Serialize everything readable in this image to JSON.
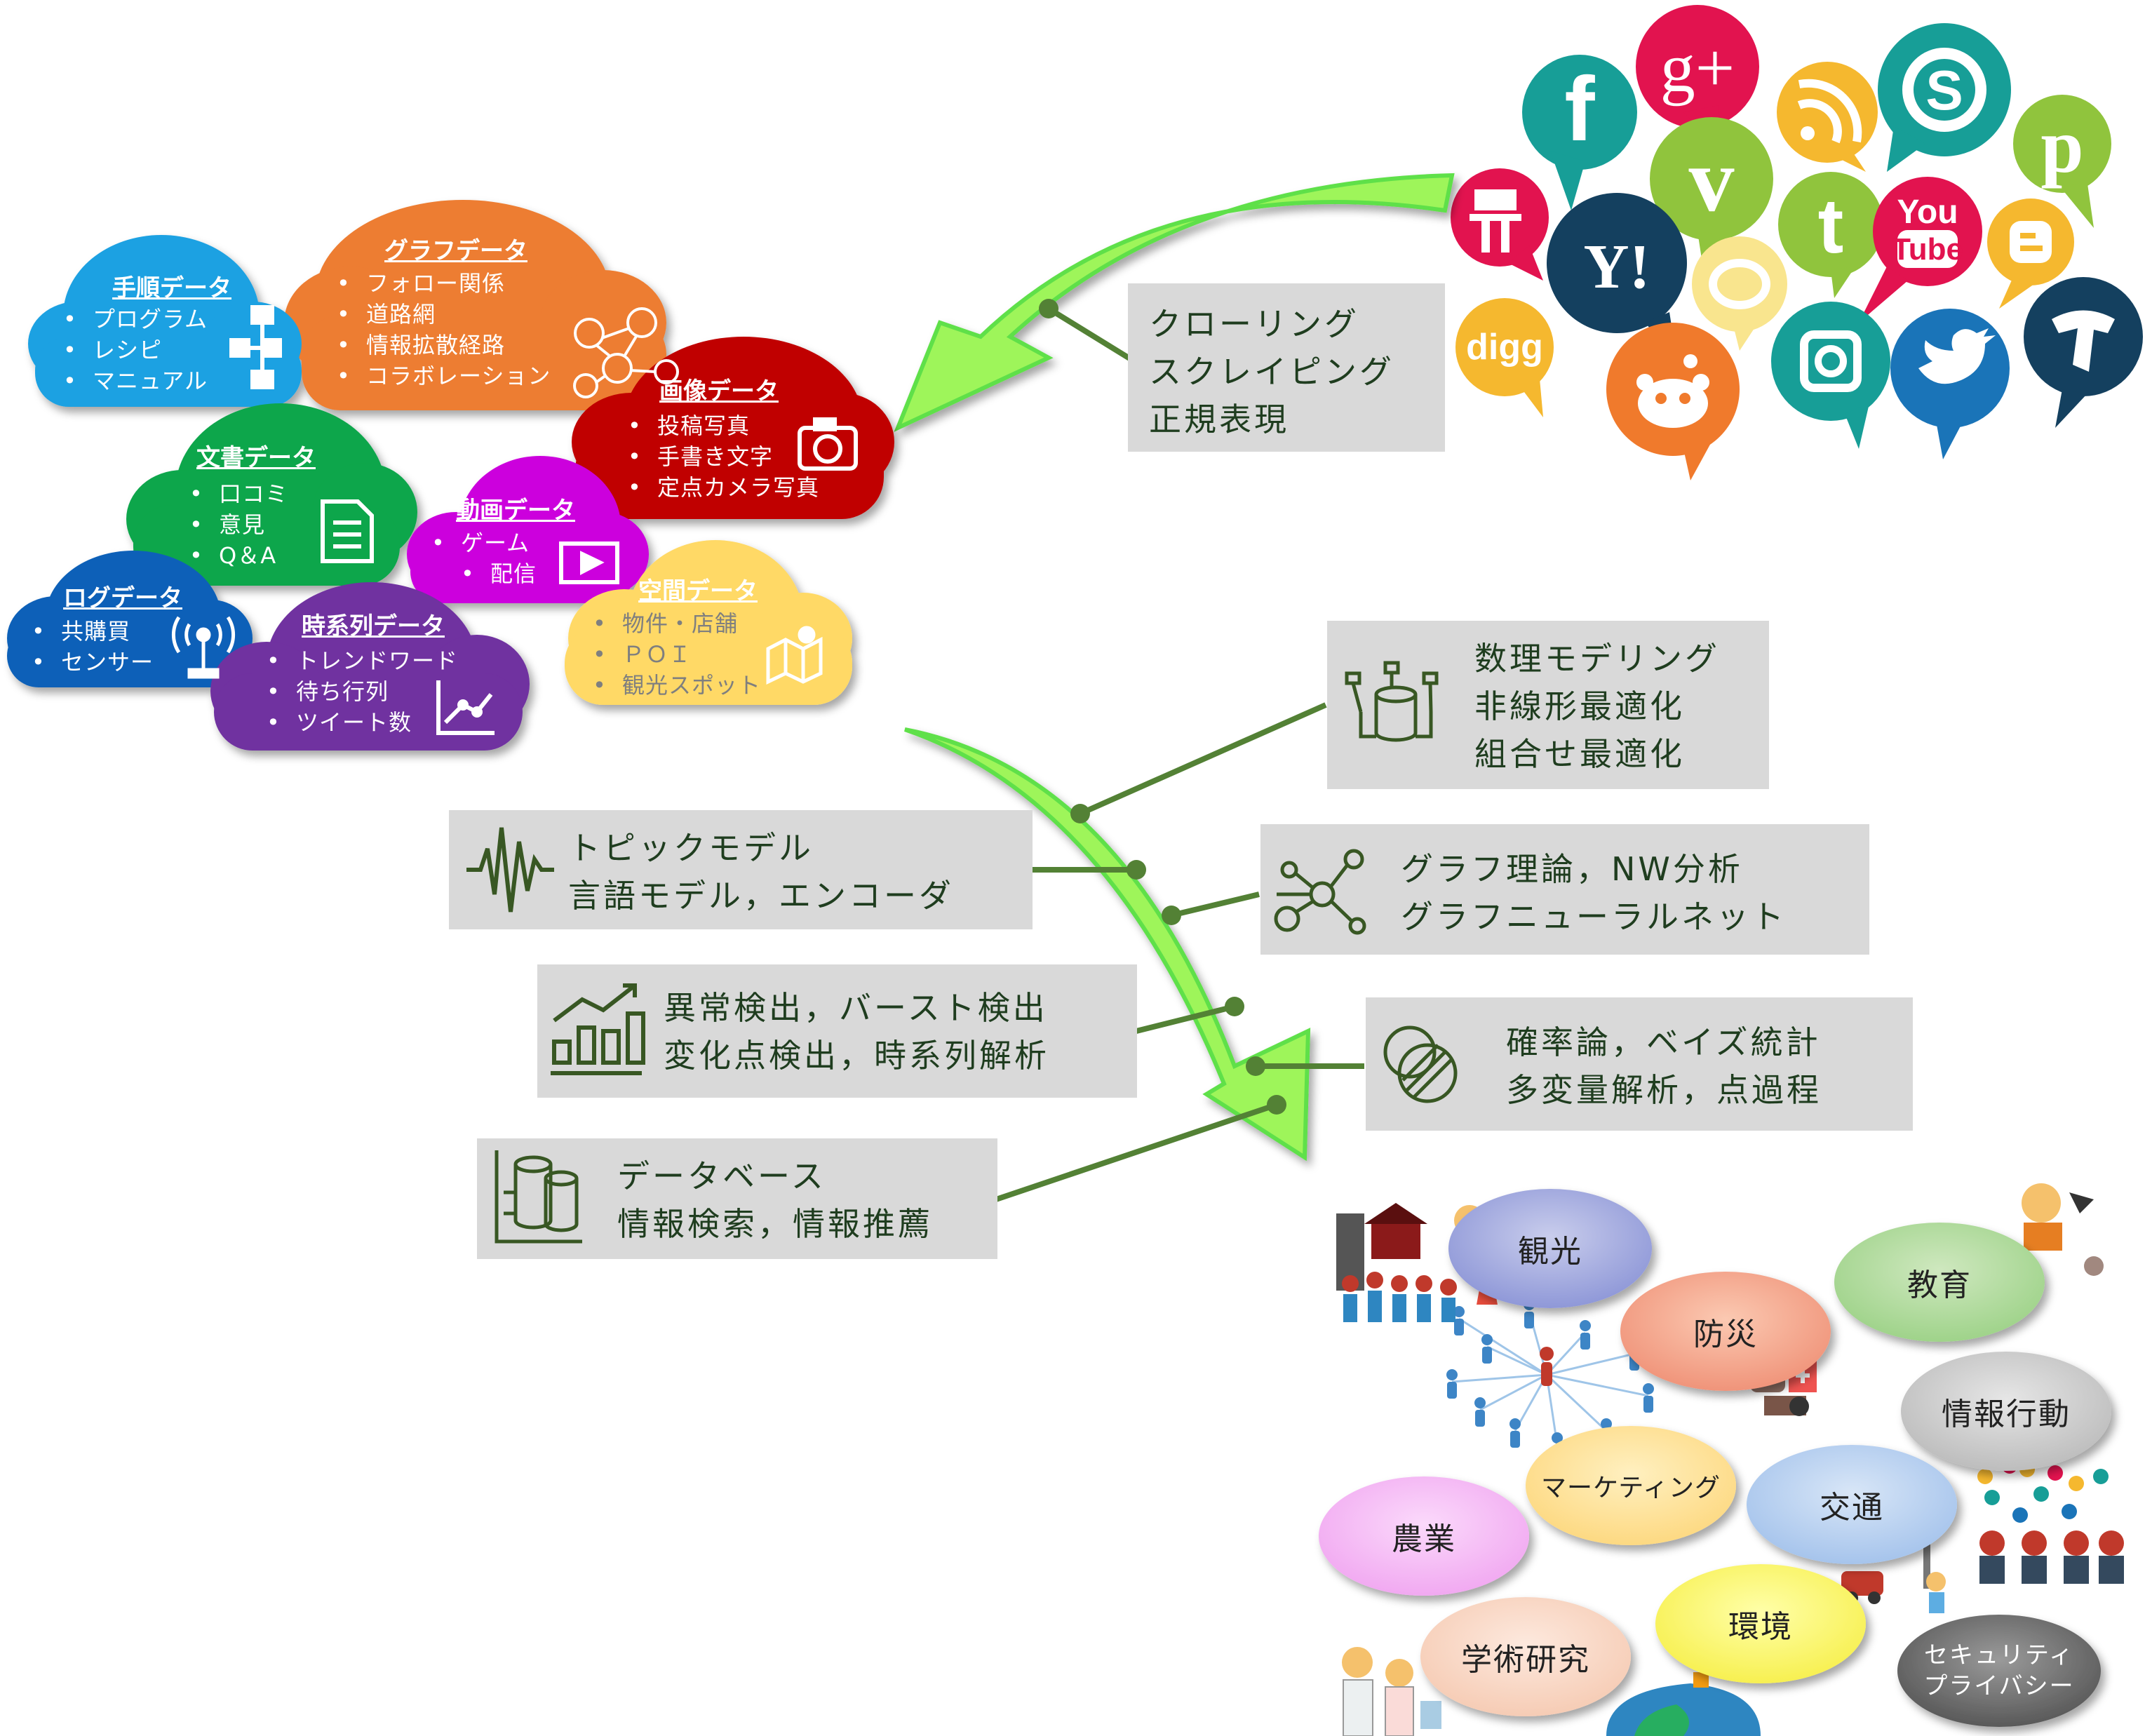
{
  "sources": {
    "crawl_lines": [
      "クローリング",
      "スクレイピング",
      "正規表現"
    ],
    "sns_icons": [
      "facebook-icon",
      "google-plus-icon",
      "rss-icon",
      "skype-icon",
      "pinterest-icon",
      "mixi-icon",
      "vimeo-icon",
      "yahoo-icon",
      "tumblr-icon",
      "youtube-icon",
      "blogger-icon",
      "line-icon",
      "digg-icon",
      "reddit-icon",
      "instagram-icon",
      "twitter-icon",
      "t-icon"
    ],
    "sns_text": {
      "google": "g+",
      "yahoo": "Y!",
      "youtube_1": "You",
      "youtube_2": "Tube",
      "digg": "digg"
    }
  },
  "clouds": {
    "procedure": {
      "title": "手順データ",
      "items": [
        "プログラム",
        "レシピ",
        "マニュアル"
      ],
      "color": "#1da1e2"
    },
    "graph": {
      "title": "グラフデータ",
      "items": [
        "フォロー関係",
        "道路網",
        "情報拡散経路",
        "コラボレーション"
      ],
      "color": "#ed7d31"
    },
    "image": {
      "title": "画像データ",
      "items": [
        "投稿写真",
        "手書き文字",
        "定点カメラ写真"
      ],
      "color": "#c00000"
    },
    "document": {
      "title": "文書データ",
      "items": [
        "口コミ",
        "意見",
        "Q＆A"
      ],
      "color": "#0aa64b"
    },
    "video": {
      "title": "動画データ",
      "items": [
        "ゲーム",
        "配信"
      ],
      "color": "#cc00dd"
    },
    "log": {
      "title": "ログデータ",
      "items": [
        "共購買",
        "センサー"
      ],
      "color": "#0b61b8"
    },
    "timeseries": {
      "title": "時系列データ",
      "items": [
        "トレンドワード",
        "待ち行列",
        "ツイート数"
      ],
      "color": "#7030a0"
    },
    "spatial": {
      "title": "空間データ",
      "items": [
        "物件・店舗",
        "ＰＯＩ",
        "観光スポット"
      ],
      "color": "#ffd966"
    }
  },
  "methods": {
    "math": [
      "数理モデリング",
      "非線形最適化",
      "組合せ最適化"
    ],
    "topic": [
      "トピックモデル",
      "言語モデル，エンコーダ"
    ],
    "graph": [
      "グラフ理論，NW分析",
      "グラフニューラルネット"
    ],
    "anomaly": [
      "異常検出，バースト検出",
      "変化点検出，時系列解析"
    ],
    "prob": [
      "確率論，ベイズ統計",
      "多変量解析，点過程"
    ],
    "db": [
      "データベース",
      "情報検索，情報推薦"
    ]
  },
  "applications": {
    "tourism": "観光",
    "disaster": "防災",
    "education": "教育",
    "info_behavior": "情報行動",
    "marketing": "マーケティング",
    "agriculture": "農業",
    "traffic": "交通",
    "environment": "環境",
    "research": "学術研究",
    "security_1": "セキュリティ",
    "security_2": "プライバシー"
  },
  "colors": {
    "arrow": "#9ef55a",
    "arrow_edge": "#5fe04a",
    "connector": "#538135",
    "box_bg": "#d9d9d9",
    "text_dark": "#1f3d1f"
  }
}
